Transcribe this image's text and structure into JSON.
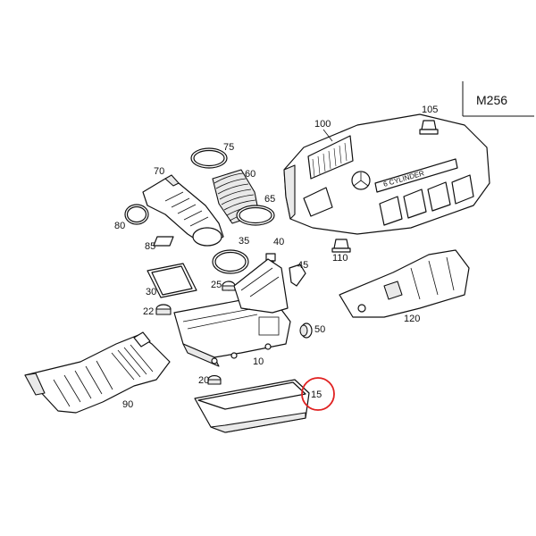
{
  "diagram": {
    "model_code": "M256",
    "highlight_color": "#e02020",
    "highlighted_part": "15",
    "cover_text": "6 CYLINDER",
    "labels": [
      "100",
      "105",
      "75",
      "60",
      "70",
      "65",
      "80",
      "85",
      "35",
      "40",
      "110",
      "45",
      "30",
      "25",
      "22",
      "120",
      "50",
      "10",
      "20",
      "15",
      "90"
    ]
  }
}
